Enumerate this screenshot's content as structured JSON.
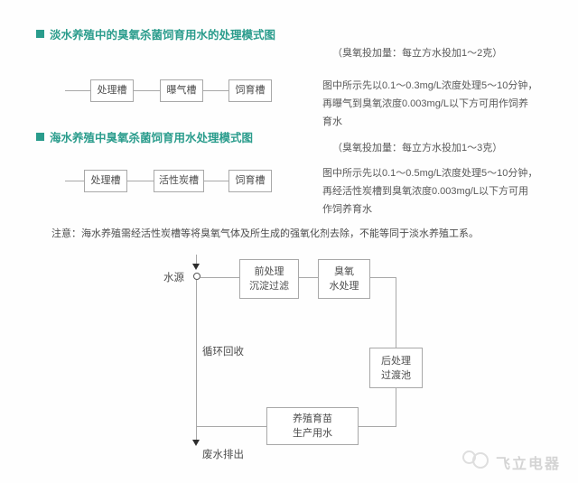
{
  "colors": {
    "title_accent": "#2a9c8c",
    "body_text": "#4d4d4d",
    "line_gray": "#a8a8a8",
    "watermark_gray": "#d4d4d4"
  },
  "section_freshwater": {
    "title": "淡水养殖中的臭氧杀菌饲育用水的处理模式图",
    "dosage_note": "（臭氧投加量：每立方水投加1～2克）",
    "flow_boxes": [
      "处理槽",
      "曝气槽",
      "饲育槽"
    ],
    "description_lines": [
      "图中所示先以0.1～0.3mg/L浓度处理5～10分钟，",
      "再曝气到臭氧浓度0.003mg/L以下方可用作饲养",
      "育水"
    ]
  },
  "section_seawater": {
    "title": "海水养殖中臭氧杀菌饲育用水处理模式图",
    "dosage_note": "（臭氧投加量：每立方水投加1～3克）",
    "flow_boxes": [
      "处理槽",
      "活性炭槽",
      "饲育槽"
    ],
    "description_lines": [
      "图中所示先以0.1～0.5mg/L浓度处理5～10分钟，",
      "再经活性炭槽到臭氧浓度0.003mg/L以下方可用",
      "作饲养育水"
    ]
  },
  "notice": "注意：海水养殖需经活性炭槽等将臭氧气体及所生成的强氧化剂去除，不能等同于淡水养殖工系。",
  "process_diagram": {
    "source_label": "水源",
    "recycle_label": "循环回收",
    "waste_label": "废水排出",
    "boxes": {
      "pretreatment": {
        "line1": "前处理",
        "line2": "沉淀过滤"
      },
      "ozone": {
        "line1": "臭氧",
        "line2": "水处理"
      },
      "posttreatment": {
        "line1": "后处理",
        "line2": "过渡池"
      },
      "production": {
        "line1": "养殖育苗",
        "line2": "生产用水"
      }
    }
  },
  "watermark": {
    "brand": "飞立电器"
  }
}
